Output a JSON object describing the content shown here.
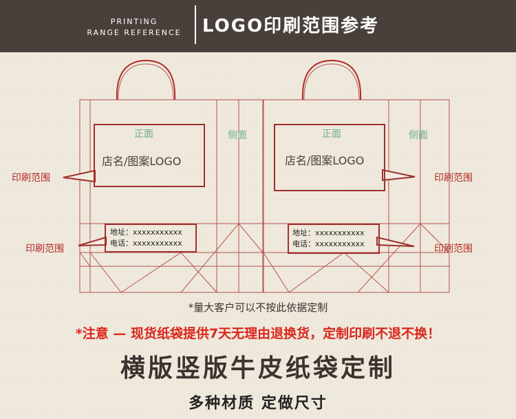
{
  "header": {
    "en_line1": "PRINTING",
    "en_line2": "RANGE REFERENCE",
    "title": "LOGO印刷范围参考"
  },
  "diagram": {
    "left_bag": {
      "front_label": "正面",
      "side_label": "侧面",
      "logo_text": "店名/图案LOGO",
      "address": "地址：xxxxxxxxxxx",
      "phone": "电话：xxxxxxxxxxx"
    },
    "right_bag": {
      "front_label": "正面",
      "side_label": "侧面",
      "logo_text": "店名/图案LOGO",
      "address": "地址：xxxxxxxxxxx",
      "phone": "电话：xxxxxxxxxxx"
    },
    "print_range_left_top": "印刷范围",
    "print_range_left_bottom": "印刷范围",
    "print_range_right_top": "印刷范围",
    "print_range_right_bottom": "印刷范围"
  },
  "notes": {
    "note1": "*量大客户可以不按此依据定制",
    "note2": "*注意 — 现货纸袋提供7天无理由退换货，定制印刷不退不换！"
  },
  "headline": "横版竖版牛皮纸袋定制",
  "subheadline": "多种材质  定做尺寸",
  "colors": {
    "header_bg": "#4a403b",
    "line_red": "#a0302d",
    "face_label": "#6fae93",
    "warning_red": "#d9261c"
  }
}
